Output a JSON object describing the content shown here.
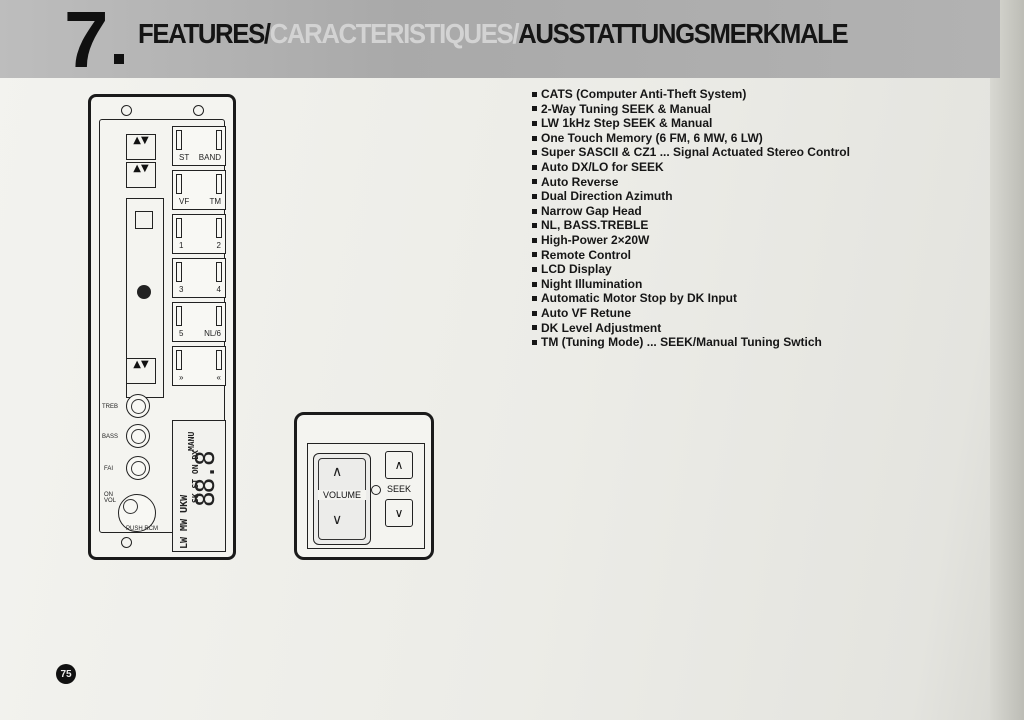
{
  "header": {
    "chapter_number": "7",
    "title_part1": "FEATURES/",
    "title_part2": "CARACTERISTIQUES/",
    "title_part3": "AUSSTATTUNGSMERKMALE"
  },
  "features": [
    "CATS (Computer Anti-Theft System)",
    "2-Way Tuning SEEK & Manual",
    "LW 1kHz Step SEEK & Manual",
    "One Touch Memory (6 FM, 6 MW, 6 LW)",
    "Super SASCII & CZ1 ... Signal Actuated Stereo Control",
    "Auto DX/LO for SEEK",
    "Auto Reverse",
    "Dual Direction Azimuth",
    "Narrow Gap Head",
    "NL, BASS.TREBLE",
    "High-Power 2×20W",
    "Remote Control",
    "LCD Display",
    "Night Illumination",
    "Automatic Motor Stop by DK Input",
    "Auto VF Retune",
    "DK Level Adjustment",
    "TM (Tuning Mode) ... SEEK/Manual Tuning Swtich"
  ],
  "radio": {
    "presets": [
      {
        "left": "ST",
        "right": "BAND"
      },
      {
        "left": "VF",
        "right": "TM"
      },
      {
        "left": "1",
        "right": "2"
      },
      {
        "left": "3",
        "right": "4"
      },
      {
        "left": "5",
        "right": "NL/6"
      },
      {
        "left": "»",
        "right": "«"
      }
    ],
    "knobs": {
      "treble": "TREB",
      "bass": "BASS",
      "fader": "FAI",
      "on_vol": "ON VOL",
      "push_rcm": "PUSH RCM"
    },
    "lcd": {
      "mode_label": "MANU",
      "digits": "88.8",
      "indicators": "SK ST ON DX",
      "bands": "LW MW UKW"
    }
  },
  "remote": {
    "volume_label": "VOLUME",
    "seek_label": "SEEK",
    "up_glyph": "∧",
    "down_glyph": "∨",
    "seek_up_glyph": "∧",
    "seek_down_glyph": "∨"
  },
  "page_number": "75"
}
